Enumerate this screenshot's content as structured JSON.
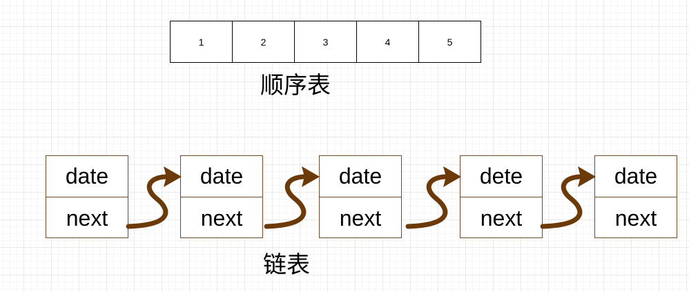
{
  "sequential_list": {
    "cells": [
      "1",
      "2",
      "3",
      "4",
      "5"
    ],
    "caption": "顺序表"
  },
  "linked_list": {
    "nodes": [
      {
        "data_label": "date",
        "next_label": "next"
      },
      {
        "data_label": "date",
        "next_label": "next"
      },
      {
        "data_label": "date",
        "next_label": "next"
      },
      {
        "data_label": "dete",
        "next_label": "next"
      },
      {
        "data_label": "date",
        "next_label": "next"
      }
    ],
    "caption": "链表"
  },
  "colors": {
    "arrow": "#6b3a08",
    "node_border": "#6b4a2a"
  }
}
